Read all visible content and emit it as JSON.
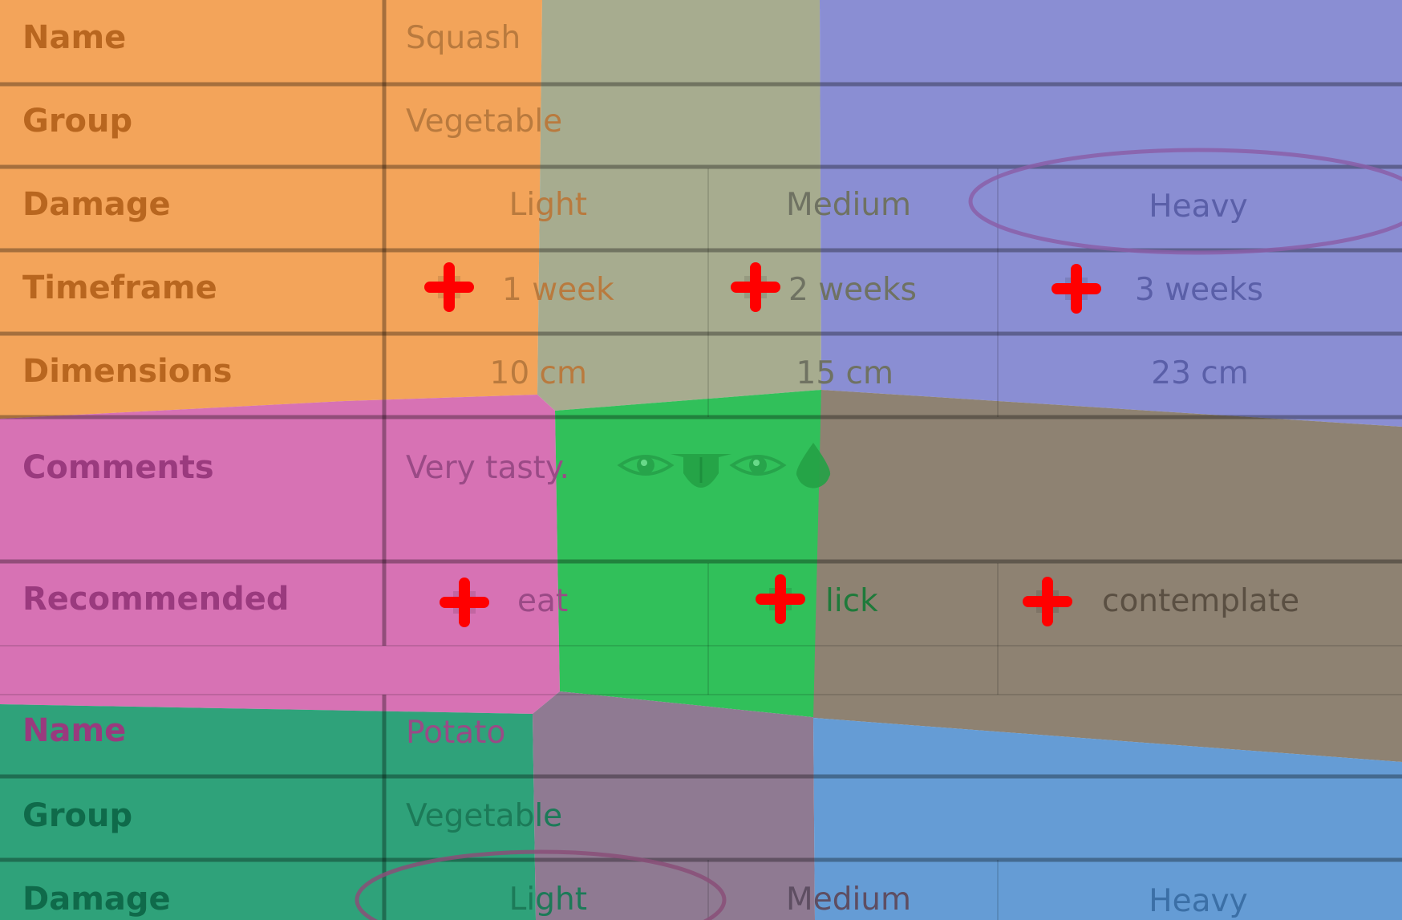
{
  "colors": {
    "orange": "#f3a45a",
    "khaki": "#a7ac8f",
    "periwinkle": "#8a8ed3",
    "pink": "#d772b4",
    "green": "#31c05a",
    "taupe": "#8e8272",
    "teal": "#2fa27a",
    "mauve": "#8f7a92",
    "sky": "#659cd5",
    "plus": "#ff0000"
  },
  "records": [
    {
      "name_label": "Name",
      "name": "Squash",
      "group_label": "Group",
      "group": "Vegetable",
      "damage_label": "Damage",
      "damage": [
        "Light",
        "Medium",
        "Heavy"
      ],
      "damage_selected": "Heavy",
      "timeframe_label": "Timeframe",
      "timeframe": [
        "1 week",
        "2 weeks",
        "3 weeks"
      ],
      "dimensions_label": "Dimensions",
      "dimensions": [
        "10 cm",
        "15 cm",
        "23 cm"
      ],
      "comments_label": "Comments",
      "comments": "Very tasty.",
      "comment_icons": [
        "eye-icon",
        "tongue-icon",
        "eye-icon",
        "drop-icon"
      ],
      "recommended_label": "Recommended",
      "recommended": [
        "eat",
        "lick",
        "contemplate"
      ]
    },
    {
      "name_label": "Name",
      "name": "Potato",
      "group_label": "Group",
      "group": "Vegetable",
      "damage_label": "Damage",
      "damage": [
        "Light",
        "Medium",
        "Heavy"
      ],
      "damage_selected": "Light"
    }
  ]
}
